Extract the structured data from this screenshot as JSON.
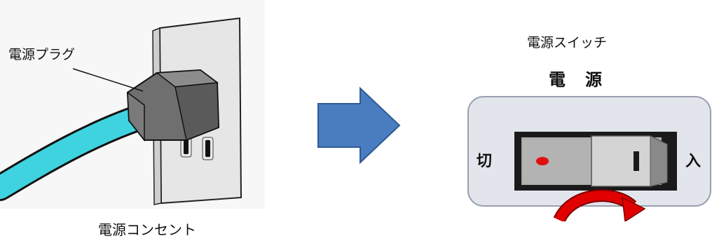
{
  "labels": {
    "power_plug": "電源プラグ",
    "power_outlet": "電源コンセント",
    "power_switch": "電源スイッチ",
    "power": "電　源",
    "off": "切",
    "on": "入"
  },
  "colors": {
    "cable": "#3fd3e0",
    "plug": "#6f6f6f",
    "outlet_plate": "#e6e6e6",
    "arrow": "#4a7dc0",
    "switch_panel": "#e3e5ec",
    "indicator": "#e01010",
    "rotate_arrow": "#e00000"
  }
}
